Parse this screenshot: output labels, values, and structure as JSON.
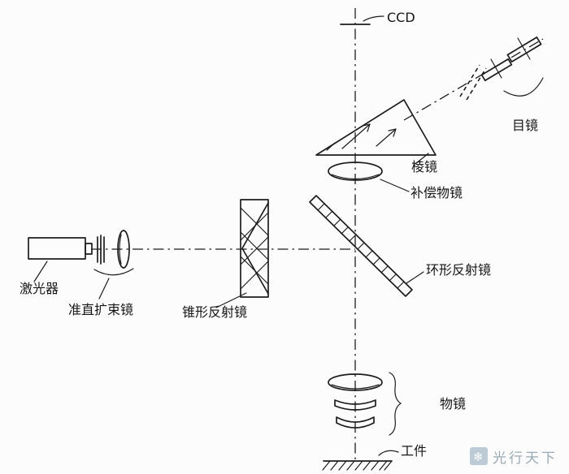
{
  "diagram": {
    "type": "optical-measurement-system-schematic",
    "labels": {
      "ccd": "CCD",
      "eyepiece": "目镜",
      "prism": "棱镜",
      "compensation_objective": "补偿物镜",
      "annular_mirror": "环形反射镜",
      "cone_mirror": "锥形反射镜",
      "laser": "激光器",
      "beam_expander": "准直扩束镜",
      "objective": "物镜",
      "workpiece": "工件"
    },
    "watermark": {
      "icon_glyph": "❄",
      "text": "光行天下"
    },
    "colors": {
      "ink": "#1d1d1f",
      "background": "#fcfcfc",
      "watermark_text": "#9aabb6",
      "watermark_icon_bg": "#bccbd5"
    }
  }
}
